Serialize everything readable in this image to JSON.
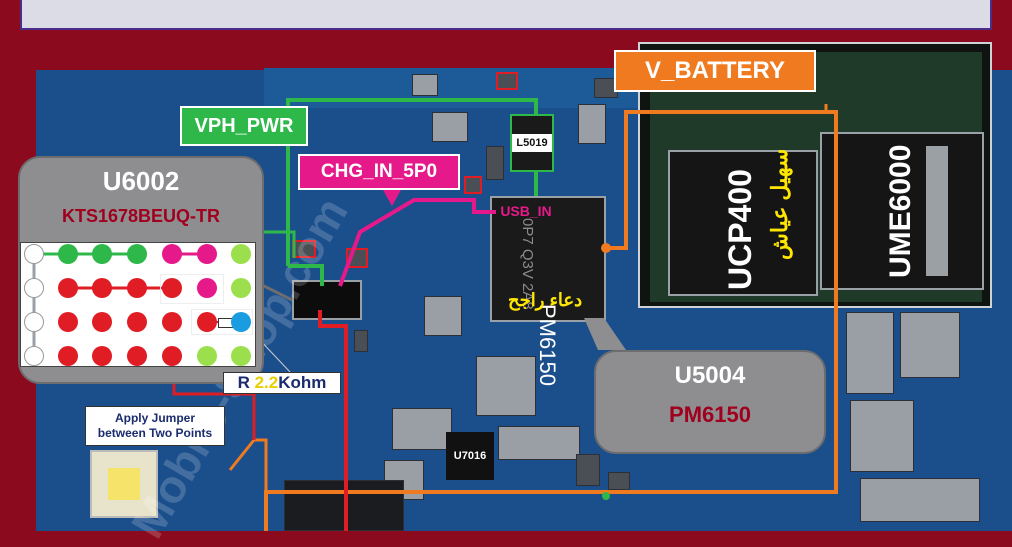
{
  "labels": {
    "vph_pwr": "VPH_PWR",
    "chg_in": "CHG_IN_5P0",
    "v_battery": "V_BATTERY",
    "usb_in": "USB_IN",
    "l5019": "L5019",
    "u7016": "U7016",
    "pm6150_chip": "PM6150",
    "pm6150_code": "0P7 Q3V 2A8",
    "ucp400": "UCP400",
    "ume6000": "UME6000",
    "arabic_chip": "دعاء راجح",
    "arabic_ucp": "سهيل عياش",
    "r_prefix": "R ",
    "r_value": "2.2",
    "r_unit": "Kohm",
    "jumper_line1": "Apply Jumper",
    "jumper_line2": "between Two Points",
    "watermark": "Mobile-Shop.com"
  },
  "callouts": {
    "u6002": {
      "title": "U6002",
      "subtitle": "KTS1678BEUQ-TR"
    },
    "u5004": {
      "title": "U5004",
      "subtitle": "PM6150"
    }
  },
  "colors": {
    "background": "#8b0a1e",
    "board": "#1b4f8c",
    "vph_pwr": "#2fb84a",
    "chg_in": "#e6198a",
    "v_battery": "#f07a1f",
    "ground_red": "#e01c24",
    "callout_grey": "#8e8e90",
    "callout_sub": "#a0001e"
  }
}
